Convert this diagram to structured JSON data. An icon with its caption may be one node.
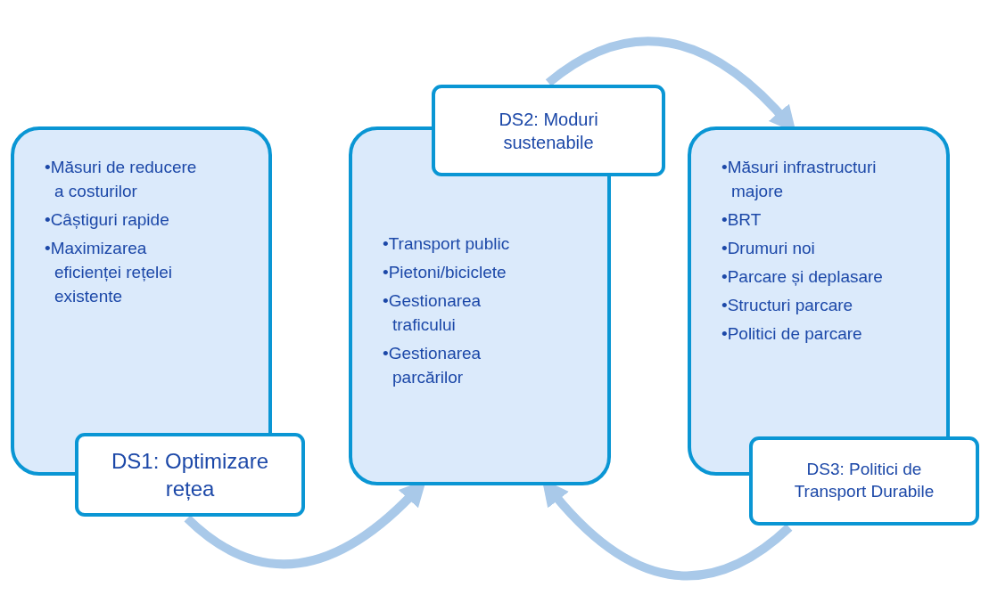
{
  "diagram": {
    "nodes": [
      {
        "text": [
          "•Măsuri de reducere a costurilor",
          "•Câștiguri rapide",
          "•Maximizarea eficienței rețelei existente"
        ]
      },
      {
        "text": [
          "DS1: Optimizare rețea"
        ]
      },
      {
        "text": [
          "DS2: Moduri sustenabile"
        ]
      },
      {
        "text": [
          "•Transport public",
          "•Pietoni/biciclete",
          "•Gestionarea traficului",
          "•Gestionarea parcărilor"
        ]
      },
      {
        "text": [
          "•Măsuri infrastructuri majore",
          "•BRT",
          "•Drumuri noi",
          "•Parcare și deplasare",
          "•Structuri parcare",
          "•Politici de parcare"
        ]
      },
      {
        "text": [
          "DS3: Politici de Transport Durabile"
        ]
      }
    ],
    "edges": [
      {
        "from": 1,
        "to": 3,
        "arrow": "to"
      },
      {
        "from": 2,
        "to": 4,
        "arrow": "to"
      },
      {
        "from": 5,
        "to": 3,
        "arrow": "to"
      }
    ]
  }
}
